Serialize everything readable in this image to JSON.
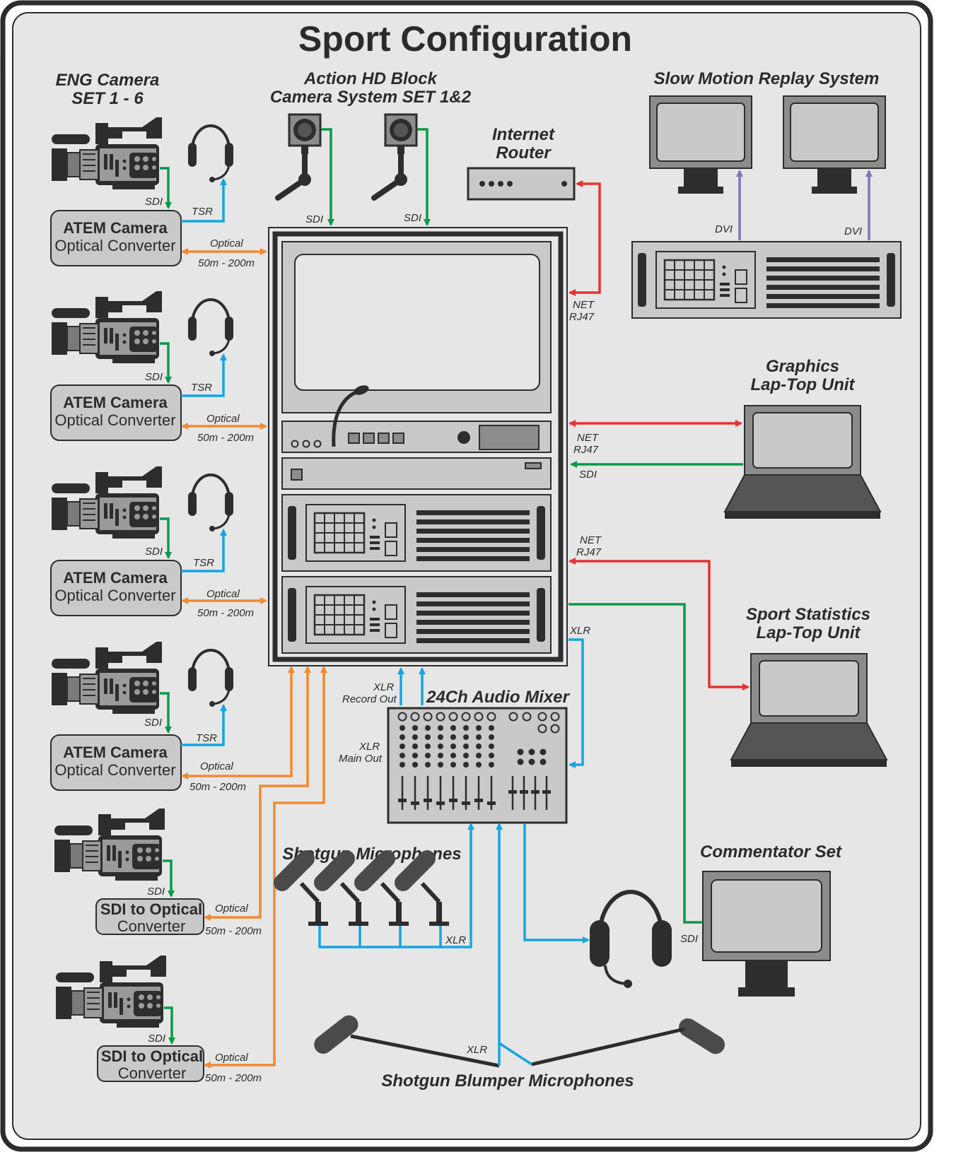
{
  "title": "Sport Configuration",
  "headings": {
    "eng_l1": "ENG Camera",
    "eng_l2": "SET 1 - 6",
    "action_l1": "Action HD Block",
    "action_l2": "Camera System SET 1&2",
    "router_l1": "Internet",
    "router_l2": "Router",
    "slowmo": "Slow Motion Replay System",
    "graphics_l1": "Graphics",
    "graphics_l2": "Lap-Top Unit",
    "stats_l1": "Sport Statistics",
    "stats_l2": "Lap-Top Unit",
    "mixer": "24Ch Audio Mixer",
    "shotgun": "Shotgun Microphones",
    "commentator": "Commentator Set",
    "blumper": "Shotgun Blumper Microphones"
  },
  "converters": {
    "atem_l1": "ATEM Camera",
    "atem_l2": "Optical Converter",
    "sdi_l1": "SDI to Optical",
    "sdi_l2": "Converter"
  },
  "signals": {
    "sdi": "SDI",
    "tsr": "TSR",
    "optical": "Optical",
    "distance": "50m - 200m",
    "net": "NET",
    "rj47": "RJ47",
    "dvi": "DVI",
    "xlr": "XLR",
    "record_out": "Record Out",
    "main_out": "Main Out"
  },
  "colors": {
    "frame": "#2d2d2d",
    "background": "#e6e6e6",
    "device_dark": "#3a3a3a",
    "device_mid": "#8c8c8c",
    "device_light": "#c9c9c9",
    "sdi_green": "#0a9a48",
    "xlr_blue": "#14a6e0",
    "optical_orange": "#f08a30",
    "net_red": "#e53232",
    "dvi_purple": "#7d77b7"
  },
  "icons": [
    "camcorder-icon",
    "headset-icon",
    "block-camera-icon",
    "router-icon",
    "monitor-icon",
    "laptop-icon",
    "rack-unit-icon",
    "audio-mixer-icon",
    "shotgun-mic-icon",
    "boom-mic-icon"
  ]
}
